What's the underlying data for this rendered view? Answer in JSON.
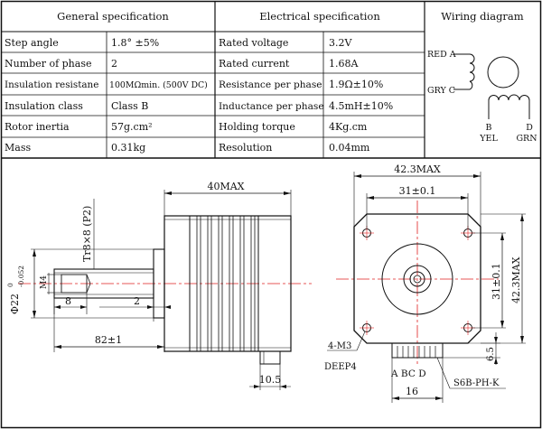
{
  "headers": {
    "general": "General specification",
    "electrical": "Electrical specification",
    "wiring": "Wiring diagram"
  },
  "general_rows": [
    {
      "label": "Step angle",
      "value": "1.8° ±5%"
    },
    {
      "label": "Number of phase",
      "value": "2"
    },
    {
      "label": "Insulation resistane",
      "value": "100MΩmin. (500V DC)"
    },
    {
      "label": "Insulation class",
      "value": "Class B"
    },
    {
      "label": "Rotor inertia",
      "value": "57g.cm²"
    },
    {
      "label": "Mass",
      "value": "0.31kg"
    }
  ],
  "electrical_rows": [
    {
      "label": "Rated voltage",
      "value": "3.2V"
    },
    {
      "label": "Rated current",
      "value": "1.68A"
    },
    {
      "label": "Resistance per phase",
      "value": "1.9Ω±10%"
    },
    {
      "label": "Inductance per phase",
      "value": "4.5mH±10%"
    },
    {
      "label": "Holding torque",
      "value": "4Kg.cm"
    },
    {
      "label": "Resolution",
      "value": "0.04mm"
    }
  ],
  "wiring": {
    "red_a": "RED A",
    "gry_c": "GRY C",
    "b": "B",
    "yel": "YEL",
    "d": "D",
    "grn": "GRN"
  },
  "side_view": {
    "body_length": "40MAX",
    "thread": "Tr8×8 (P2)",
    "shaft_diameter": "Φ22",
    "shaft_tol_upper": "0",
    "shaft_tol_lower": "-0.052",
    "flat": "M4",
    "dim_8": "8",
    "dim_2": "2",
    "total_length": "82±1",
    "connector_width": "10.5"
  },
  "front_view": {
    "width_max": "42.3MAX",
    "hole_spacing_h": "31±0.1",
    "hole_spacing_v": "31±0.1",
    "height_max": "42.3MAX",
    "holes": "4-M3",
    "depth": "DEEP4",
    "pins": "A BC D",
    "connector": "S6B-PH-K",
    "dim_6_5": "6.5",
    "dim_16": "16"
  }
}
